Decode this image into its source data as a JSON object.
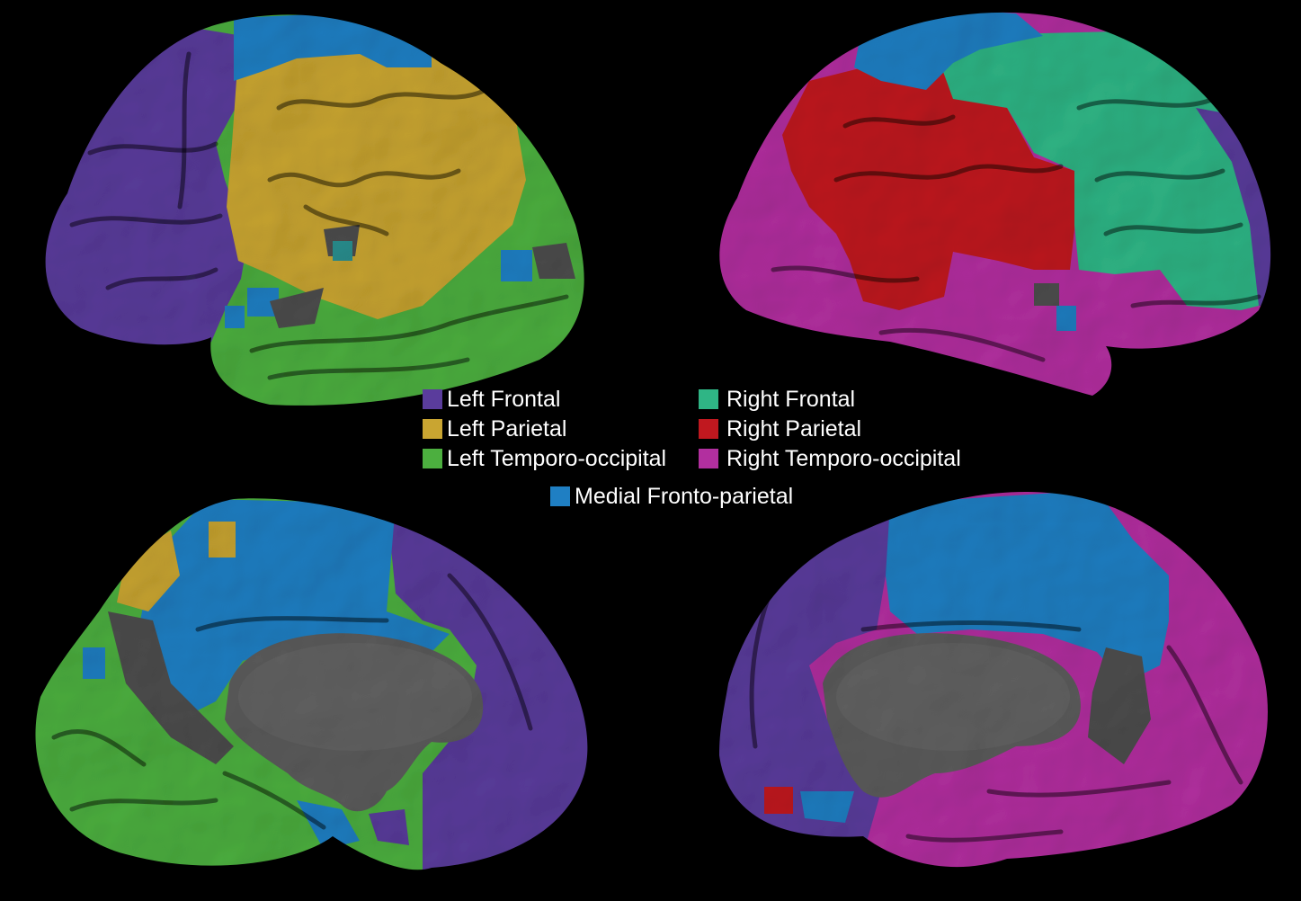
{
  "colors": {
    "background": "#000000",
    "left_frontal": "#5a3c9c",
    "left_parietal": "#c9a531",
    "left_temporo_occipital": "#4caf3f",
    "right_frontal": "#2fb585",
    "right_parietal": "#c0181f",
    "right_temporo_occipital": "#b22f9f",
    "medial_fronto_parietal": "#1f7fc3",
    "unassigned_cortex": "#4d4d4d",
    "corpus_callosum": "#5c5c5c"
  },
  "legend": {
    "left_frontal": "Left Frontal",
    "left_parietal": "Left Parietal",
    "left_temporo_occipital": "Left Temporo-occipital",
    "right_frontal": "Right Frontal",
    "right_parietal": "Right Parietal",
    "right_temporo_occipital": "Right Temporo-occipital",
    "medial_fronto_parietal": "Medial Fronto-parietal"
  },
  "views": [
    "left-lateral",
    "right-lateral",
    "left-medial",
    "right-medial"
  ]
}
